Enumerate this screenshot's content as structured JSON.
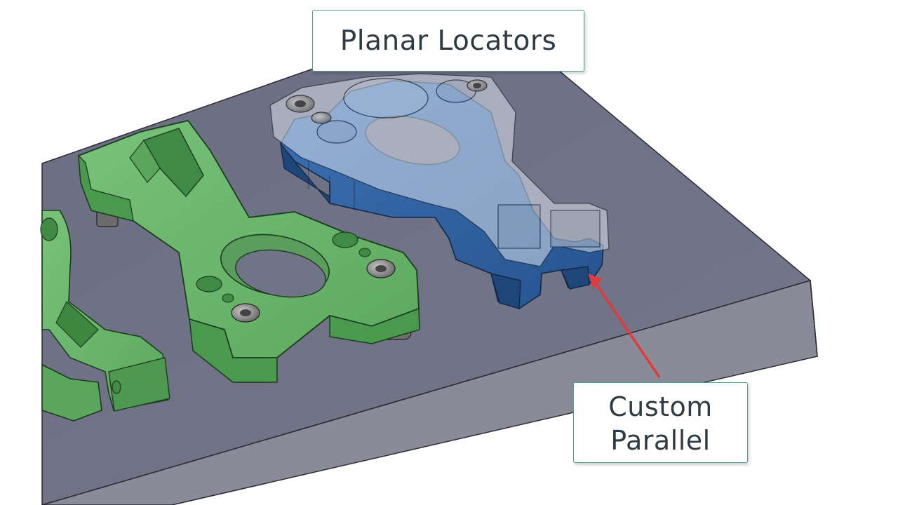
{
  "viewport": {
    "background": "#ffffff",
    "plate_top_color": "#6f7285",
    "plate_side_color": "#8d8e9c",
    "green_part_color": "#6ab56c",
    "green_part_shadow": "#3f8a44",
    "blue_part_color": "#2d62a6",
    "transparent_part_color": "#c9d2df",
    "bolt_color": "#8a8a8a",
    "arrow_color": "#e03a3a"
  },
  "callouts": {
    "planar_locators": "Planar Locators",
    "custom_parallel_line1": "Custom",
    "custom_parallel_line2": "Parallel",
    "border_color": "#4e9e8e",
    "text_color": "#2f3b42"
  }
}
